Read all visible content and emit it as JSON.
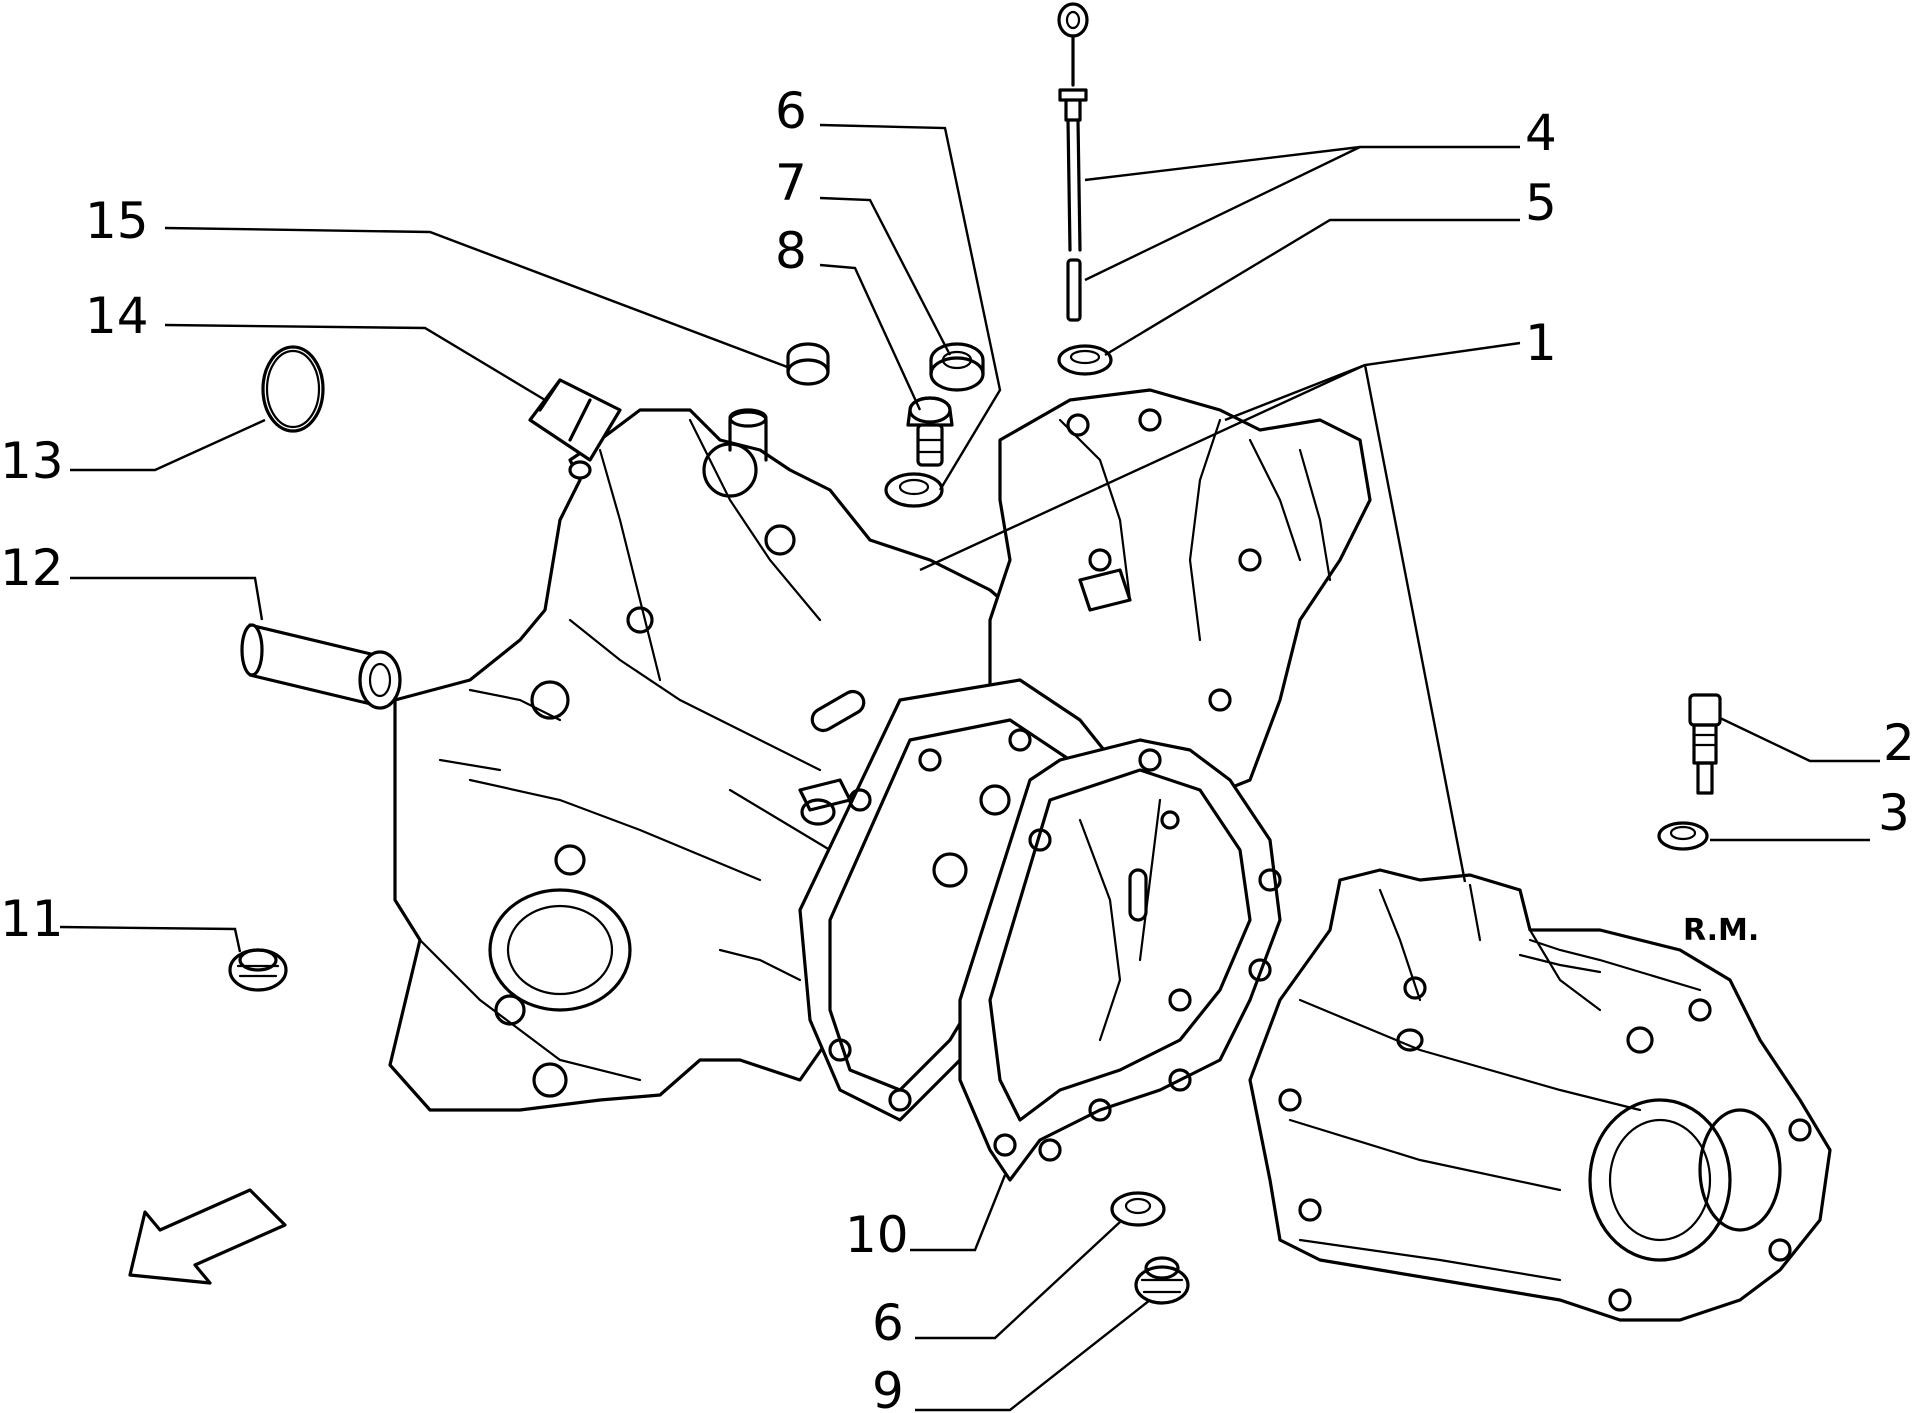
{
  "callouts": {
    "c1": "1",
    "c2": "2",
    "c3": "3",
    "c4": "4",
    "c5": "5",
    "c6_top": "6",
    "c6_bottom": "6",
    "c7": "7",
    "c8": "8",
    "c9": "9",
    "c10": "10",
    "c11": "11",
    "c12": "12",
    "c13": "13",
    "c14": "14",
    "c15": "15"
  },
  "mark": "R.M.",
  "colors": {
    "line": "#000000",
    "background": "#ffffff"
  }
}
